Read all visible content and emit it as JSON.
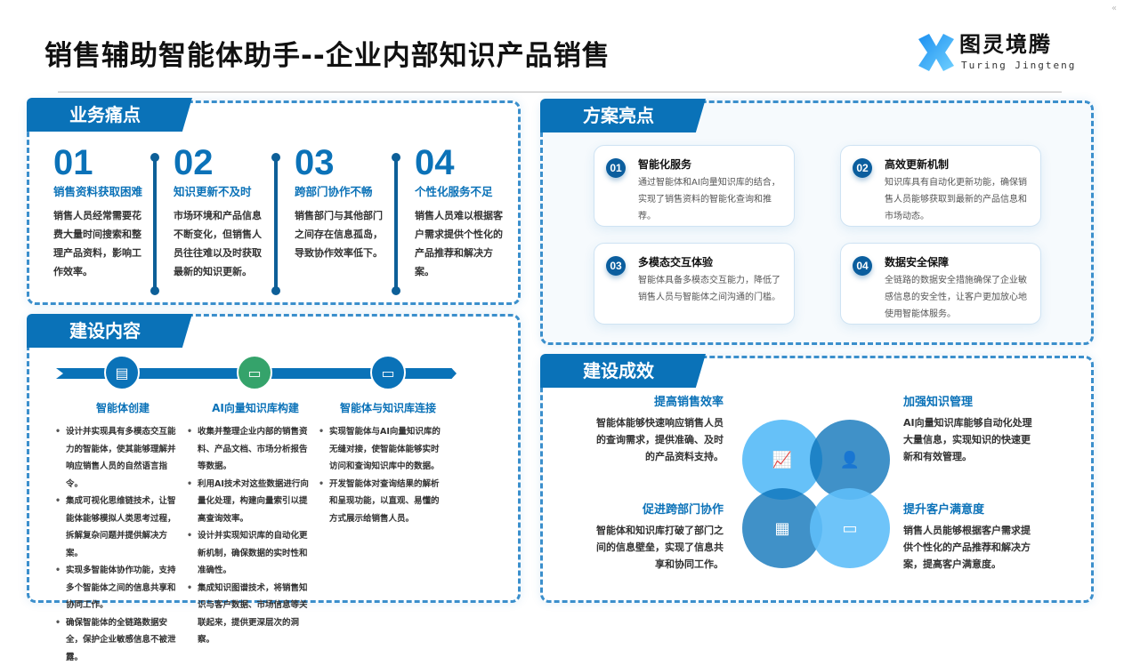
{
  "header": {
    "title": "销售辅助智能体助手--企业内部知识产品销售",
    "logo_cn": "图灵境腾",
    "logo_en": "Turing Jingteng",
    "collapse_icon": "«"
  },
  "pain_points": {
    "heading": "业务痛点",
    "items": [
      {
        "num": "01",
        "title": "销售资料获取困难",
        "text": "销售人员经常需要花费大量时间搜索和整理产品资料，影响工作效率。"
      },
      {
        "num": "02",
        "title": "知识更新不及时",
        "text": "市场环境和产品信息不断变化，但销售人员往往难以及时获取最新的知识更新。"
      },
      {
        "num": "03",
        "title": "跨部门协作不畅",
        "text": "销售部门与其他部门之间存在信息孤岛，导致协作效率低下。"
      },
      {
        "num": "04",
        "title": "个性化服务不足",
        "text": "销售人员难以根据客户需求提供个性化的产品推荐和解决方案。"
      }
    ]
  },
  "build": {
    "heading": "建设内容",
    "steps": [
      {
        "icon": "document-icon",
        "title": "智能体创建",
        "bullets": [
          "设计并实现具有多模态交互能力的智能体，使其能够理解并响应销售人员的自然语言指令。",
          "集成可视化思维链技术，让智能体能够模拟人类思考过程，拆解复杂问题并提供解决方案。",
          "实现多智能体协作功能，支持多个智能体之间的信息共享和协同工作。",
          "确保智能体的全链路数据安全，保护企业敏感信息不被泄露。"
        ]
      },
      {
        "icon": "folder-icon",
        "title": "AI向量知识库构建",
        "bullets": [
          "收集并整理企业内部的销售资料、产品文档、市场分析报告等数据。",
          "利用AI技术对这些数据进行向量化处理，构建向量索引以提高查询效率。",
          "设计并实现知识库的自动化更新机制，确保数据的实时性和准确性。",
          "集成知识图谱技术，将销售知识与客户数据、市场信息等关联起来，提供更深层次的洞察。"
        ]
      },
      {
        "icon": "chat-icon",
        "title": "智能体与知识库连接",
        "bullets": [
          "实现智能体与AI向量知识库的无缝对接，使智能体能够实时访问和查询知识库中的数据。",
          "开发智能体对查询结果的解析和呈现功能，以直观、易懂的方式展示给销售人员。"
        ]
      }
    ]
  },
  "highlights": {
    "heading": "方案亮点",
    "items": [
      {
        "num": "01",
        "title": "智能化服务",
        "text": "通过智能体和AI向量知识库的结合，实现了销售资料的智能化查询和推荐。"
      },
      {
        "num": "02",
        "title": "高效更新机制",
        "text": "知识库具有自动化更新功能，确保销售人员能够获取到最新的产品信息和市场动态。"
      },
      {
        "num": "03",
        "title": "多模态交互体验",
        "text": "智能体具备多模态交互能力，降低了销售人员与智能体之间沟通的门槛。"
      },
      {
        "num": "04",
        "title": "数据安全保障",
        "text": "全链路的数据安全措施确保了企业敏感信息的安全性，让客户更加放心地使用智能体服务。"
      }
    ]
  },
  "results": {
    "heading": "建设成效",
    "items": [
      {
        "title": "提高销售效率",
        "text": "智能体能够快速响应销售人员的查询需求，提供准确、及时的产品资料支持。"
      },
      {
        "title": "加强知识管理",
        "text": "AI向量知识库能够自动化处理大量信息，实现知识的快速更新和有效管理。"
      },
      {
        "title": "促进跨部门协作",
        "text": "智能体和知识库打破了部门之间的信息壁垒，实现了信息共享和协同工作。"
      },
      {
        "title": "提升客户满意度",
        "text": "销售人员能够根据客户需求提供个性化的产品推荐和解决方案，提高客户满意度。"
      }
    ]
  },
  "colors": {
    "primary": "#0a72b8",
    "green": "#35a36b",
    "light": "#5ebef8",
    "dark": "#2a86c6"
  }
}
